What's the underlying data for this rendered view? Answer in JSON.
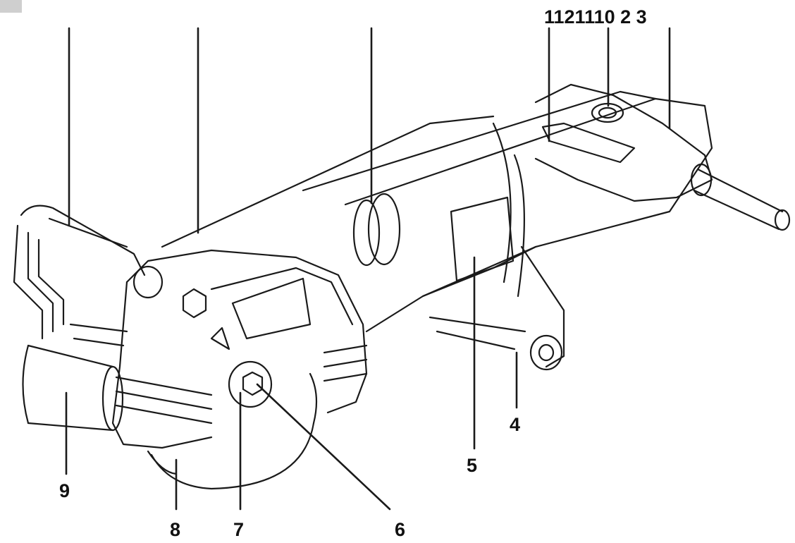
{
  "diagram": {
    "top_labels": "1121110 2 3",
    "callouts": [
      {
        "id": "9",
        "text": "9"
      },
      {
        "id": "8",
        "text": "8"
      },
      {
        "id": "7",
        "text": "7"
      },
      {
        "id": "6",
        "text": "6"
      },
      {
        "id": "5",
        "text": "5"
      },
      {
        "id": "4",
        "text": "4"
      }
    ],
    "colors": {
      "line": "#1a1a1a",
      "paper": "#ffffff",
      "tab": "#cfcfcf"
    }
  }
}
